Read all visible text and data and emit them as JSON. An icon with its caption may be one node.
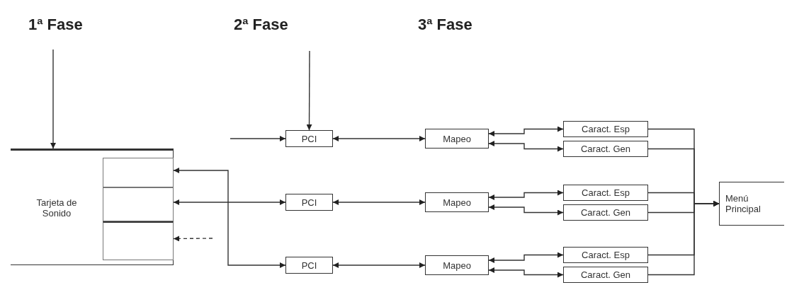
{
  "diagram": {
    "nodes": [
      {
        "text": [
          "Tarjeta de Sonido"
        ]
      },
      {
        "text": [],
        "shape": "box",
        "in": 0
      },
      {
        "text": [],
        "shape": "box",
        "in": 0
      },
      {
        "text": [],
        "shape": "box",
        "in": 0
      },
      {
        "text": [
          "PCI"
        ]
      },
      {
        "text": [
          "PCI"
        ]
      },
      {
        "text": [
          "PCI"
        ]
      },
      {
        "text": [
          "Mapeo"
        ]
      },
      {
        "text": [
          "Mapeo"
        ]
      },
      {
        "text": [
          "Mapeo"
        ]
      },
      {
        "text": [
          "Caract. Esp"
        ]
      },
      {
        "text": [
          "Caract. Gen"
        ]
      },
      {
        "text": [
          "Caract. Esp"
        ]
      },
      {
        "text": [
          "Caract. Gen"
        ]
      },
      {
        "text": [
          "Caract. Esp"
        ]
      },
      {
        "text": [
          "Caract. Gen"
        ]
      },
      {
        "text": [
          "Menú Principal"
        ]
      }
    ],
    "edges": [
      {
        "from": null,
        "to": 0,
        "arrow": "to"
      },
      {
        "from": null,
        "to": 4,
        "arrow": "to"
      },
      {
        "from": null,
        "to": 4,
        "arrow": "to"
      },
      {
        "from": 1,
        "to": 6,
        "arrow": "both"
      },
      {
        "from": 2,
        "to": 5,
        "arrow": "both"
      },
      {
        "from": null,
        "to": 3,
        "arrow": "to",
        "style": "dashed"
      },
      {
        "from": 4,
        "to": 7,
        "arrow": "both"
      },
      {
        "from": 5,
        "to": 8,
        "arrow": "both"
      },
      {
        "from": 6,
        "to": 9,
        "arrow": "both"
      },
      {
        "from": 7,
        "to": 10,
        "arrow": "both"
      },
      {
        "from": 7,
        "to": 11,
        "arrow": "both"
      },
      {
        "from": 8,
        "to": 12,
        "arrow": "both"
      },
      {
        "from": 8,
        "to": 13,
        "arrow": "both"
      },
      {
        "from": 9,
        "to": 14,
        "arrow": "both"
      },
      {
        "from": 9,
        "to": 15,
        "arrow": "both"
      },
      {
        "from": 10,
        "to": 16,
        "arrow": "to"
      },
      {
        "from": 11,
        "to": 16,
        "arrow": "to"
      },
      {
        "from": 12,
        "to": 16,
        "arrow": "to"
      },
      {
        "from": 13,
        "to": 16,
        "arrow": "to"
      },
      {
        "from": 14,
        "to": 16,
        "arrow": "to"
      },
      {
        "from": 15,
        "to": 16,
        "arrow": "to"
      }
    ],
    "labels": [
      "1ª Fase",
      "2ª Fase",
      "3ª Fase"
    ]
  }
}
